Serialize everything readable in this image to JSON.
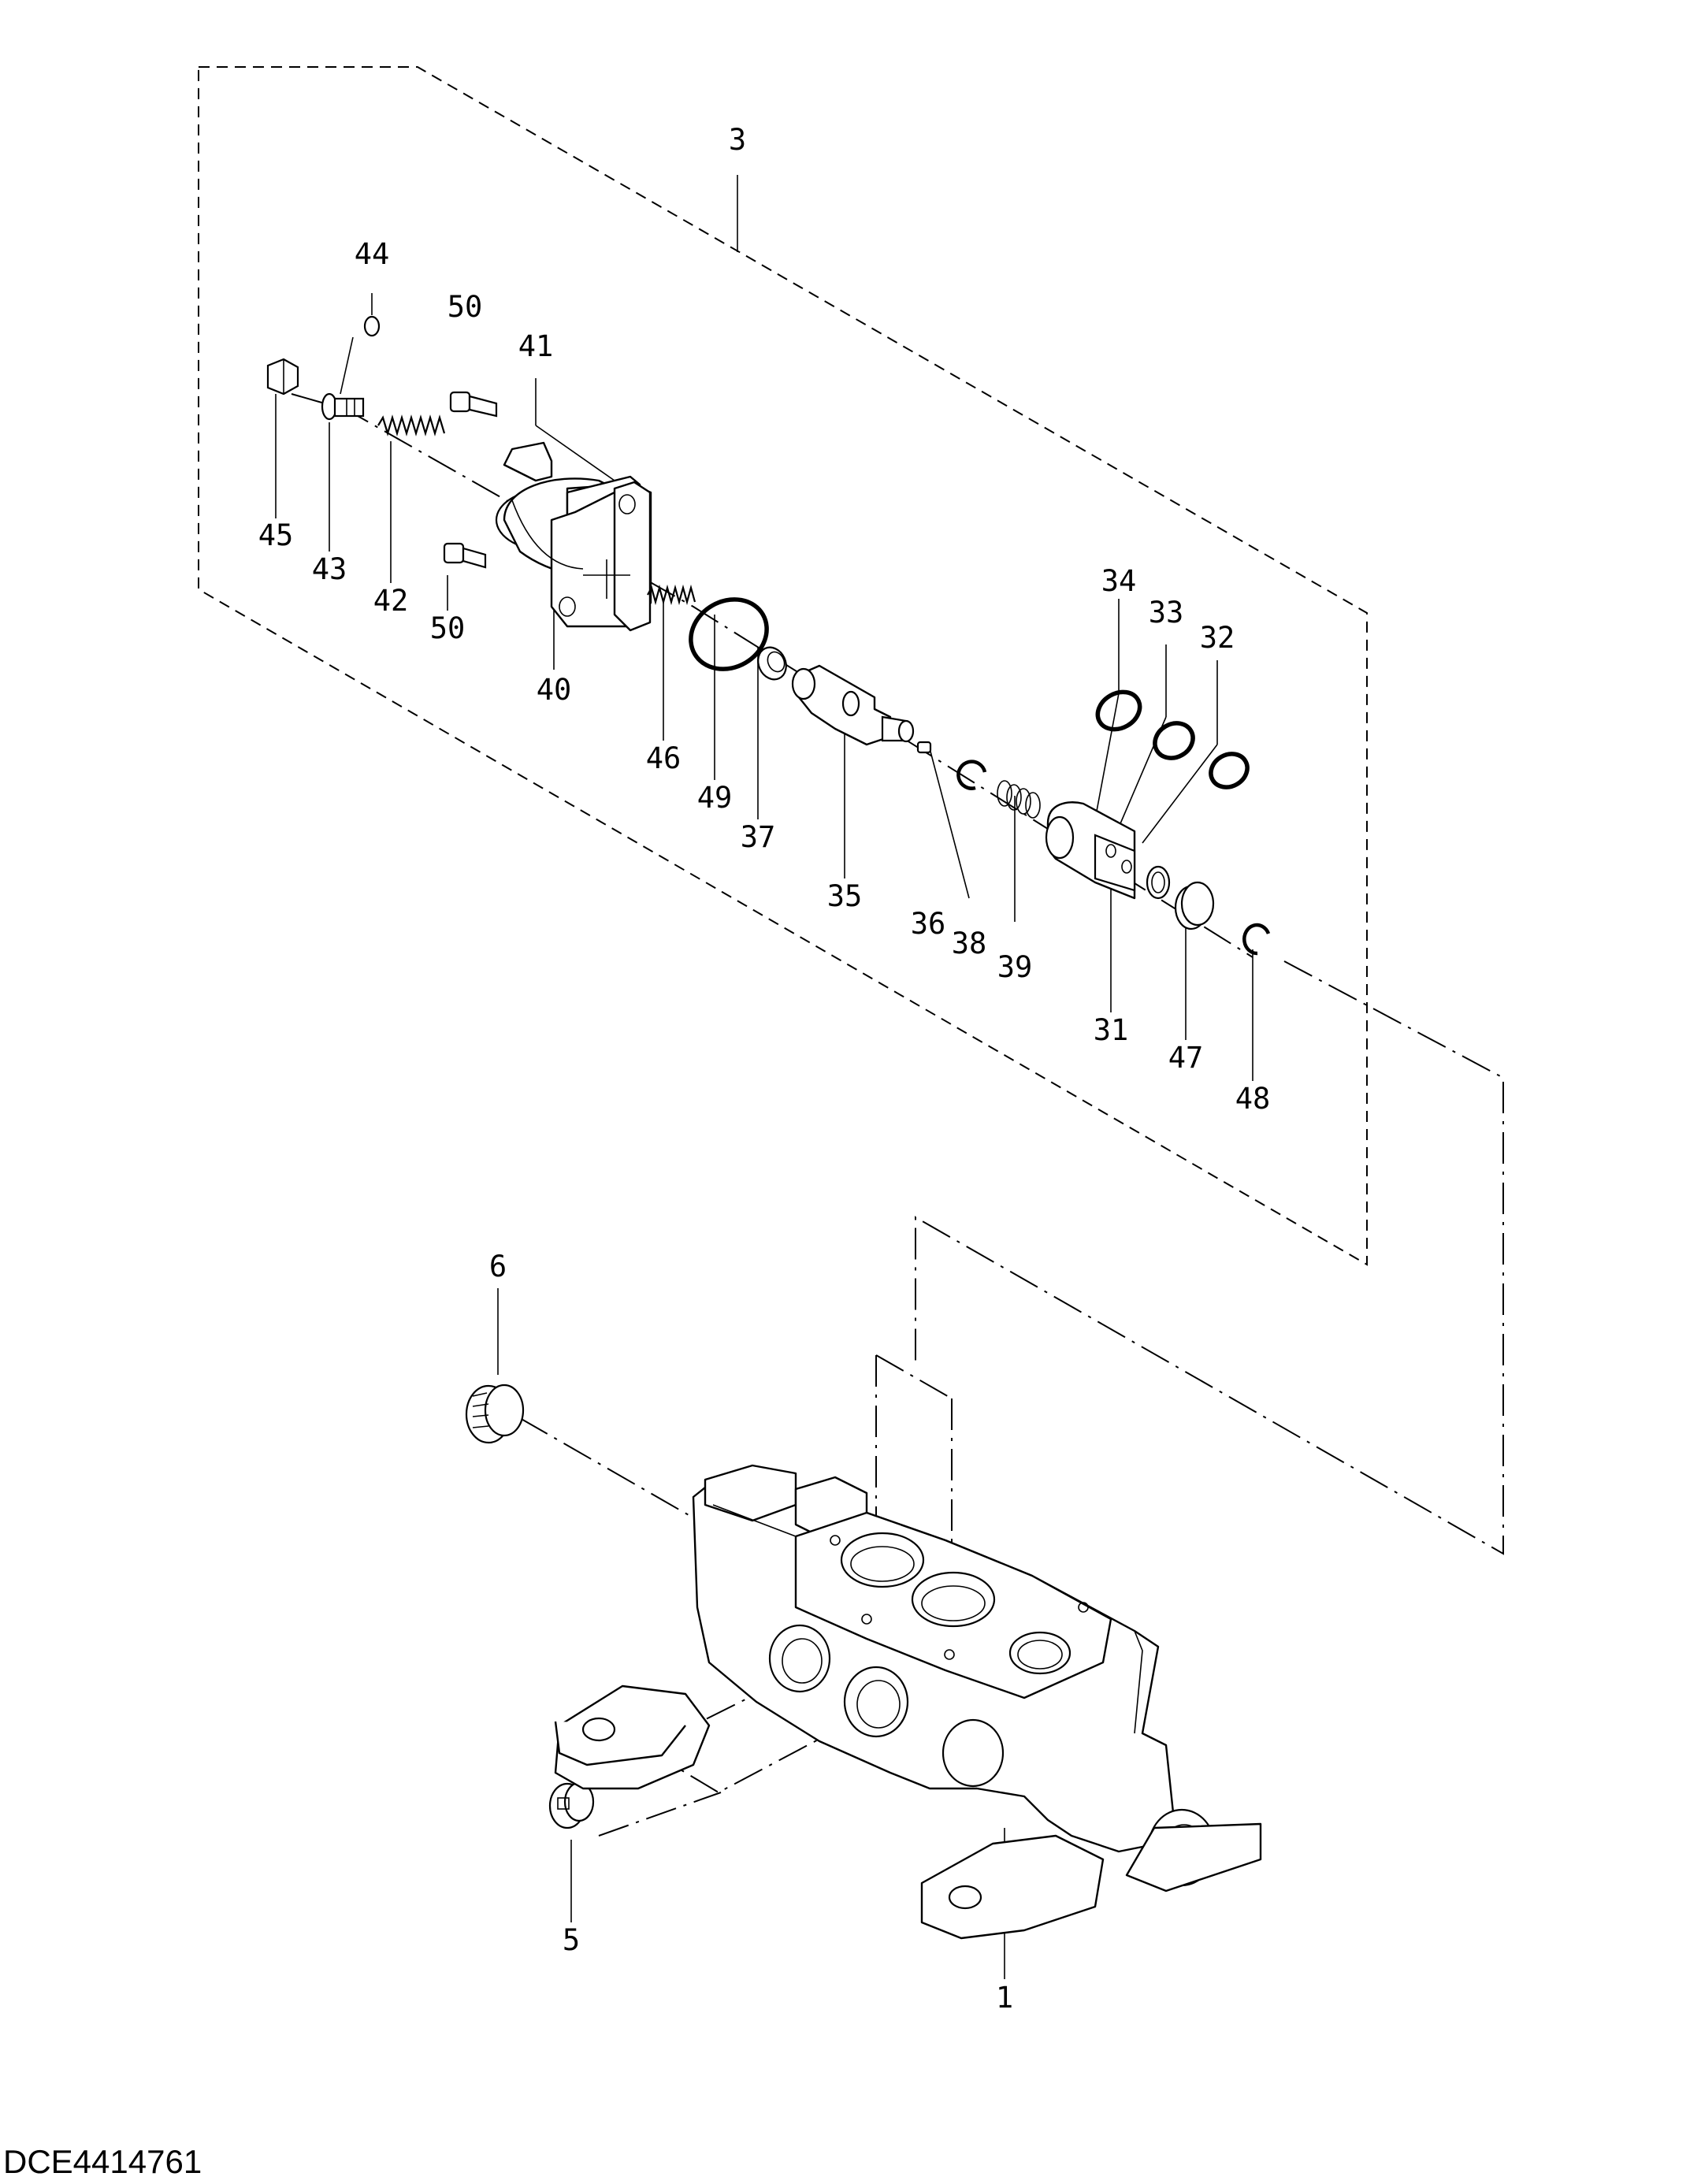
{
  "callouts": {
    "c3": "3",
    "c44": "44",
    "c50a": "50",
    "c41": "41",
    "c45": "45",
    "c43": "43",
    "c42": "42",
    "c50b": "50",
    "c40": "40",
    "c46": "46",
    "c49": "49",
    "c37": "37",
    "c35": "35",
    "c36": "36",
    "c38": "38",
    "c39": "39",
    "c34": "34",
    "c33": "33",
    "c32": "32",
    "c31": "31",
    "c47": "47",
    "c48": "48",
    "c6": "6",
    "c5": "5",
    "c1": "1"
  },
  "caption": "DCE4414761"
}
